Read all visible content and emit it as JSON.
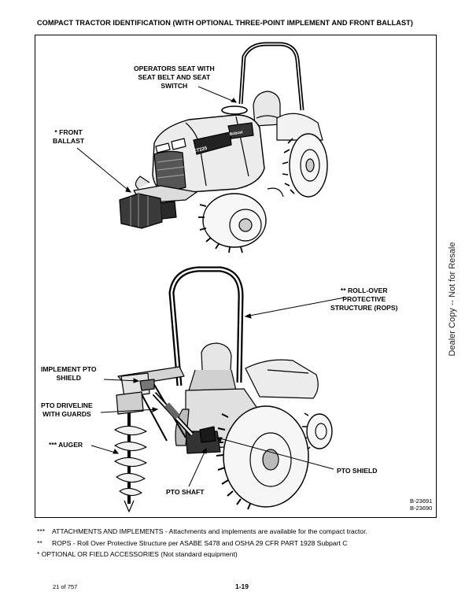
{
  "page": {
    "title": "COMPACT TRACTOR IDENTIFICATION (WITH OPTIONAL THREE-POINT IMPLEMENT AND FRONT BALLAST)",
    "page_number": "1-19",
    "page_count": "21 of 757",
    "watermark": "Dealer Copy -- Not for Resale"
  },
  "figure": {
    "callouts": {
      "operators_seat": [
        "OPERATORS SEAT WITH",
        "SEAT BELT AND SEAT",
        "SWITCH"
      ],
      "front_ballast": [
        "* FRONT",
        "BALLAST"
      ],
      "rops": [
        "** ROLL-OVER",
        "PROTECTIVE",
        "STRUCTURE (ROPS)"
      ],
      "implement_pto_shield": [
        "IMPLEMENT PTO",
        "SHIELD"
      ],
      "pto_driveline": [
        "PTO DRIVELINE",
        "WITH GUARDS"
      ],
      "auger": "*** AUGER",
      "pto_shield": "PTO SHIELD",
      "pto_shaft": "PTO SHAFT"
    },
    "figure_numbers": [
      "B-23691",
      "B-23690"
    ],
    "model_badge": "CT225",
    "brand_badge": "Bobcat"
  },
  "notes": [
    {
      "mark": "***",
      "text": "ATTACHMENTS AND IMPLEMENTS - Attachments and implements are available for the compact tractor."
    },
    {
      "mark": "**",
      "text": "ROPS - Roll Over Protective Structure per ASABE S478 and OSHA 29 CFR PART 1928 Subpart C"
    },
    {
      "mark": "*",
      "text": "OPTIONAL OR FIELD ACCESSORIES (Not standard equipment)"
    }
  ]
}
